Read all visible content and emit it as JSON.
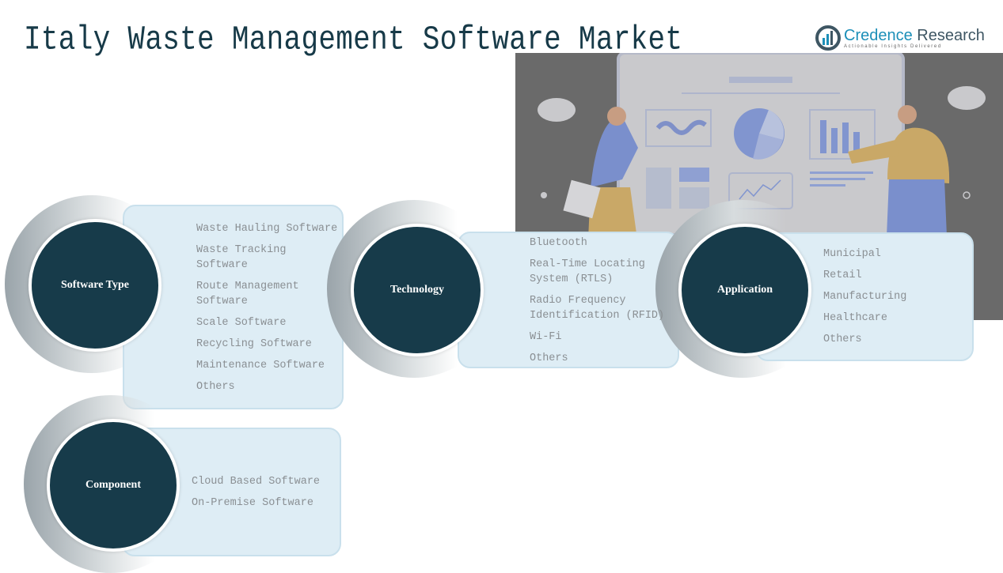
{
  "title": "Italy Waste Management Software Market",
  "logo": {
    "name_part1": "Credence",
    "name_part2": " Research",
    "tagline": "Actionable Insights Delivered"
  },
  "segments": {
    "software_type": {
      "label": "Software Type",
      "items": [
        "Waste Hauling Software",
        "Waste Tracking Software",
        "Route Management Software",
        "Scale Software",
        "Recycling Software",
        "Maintenance Software",
        "Others"
      ]
    },
    "technology": {
      "label": "Technology",
      "items": [
        "Bluetooth",
        "Real-Time Locating System (RTLS)",
        "Radio Frequency Identification (RFID)",
        "Wi-Fi",
        "Others"
      ]
    },
    "application": {
      "label": "Application",
      "items": [
        "Municipal",
        "Retail",
        "Manufacturing",
        "Healthcare",
        "Others"
      ]
    },
    "component": {
      "label": "Component",
      "items": [
        "Cloud Based Software",
        "On-Premise Software"
      ]
    }
  },
  "colors": {
    "circle": "#173b4a",
    "box": "#deedf5",
    "title": "#173a48",
    "accent": "#1c8fb8"
  }
}
